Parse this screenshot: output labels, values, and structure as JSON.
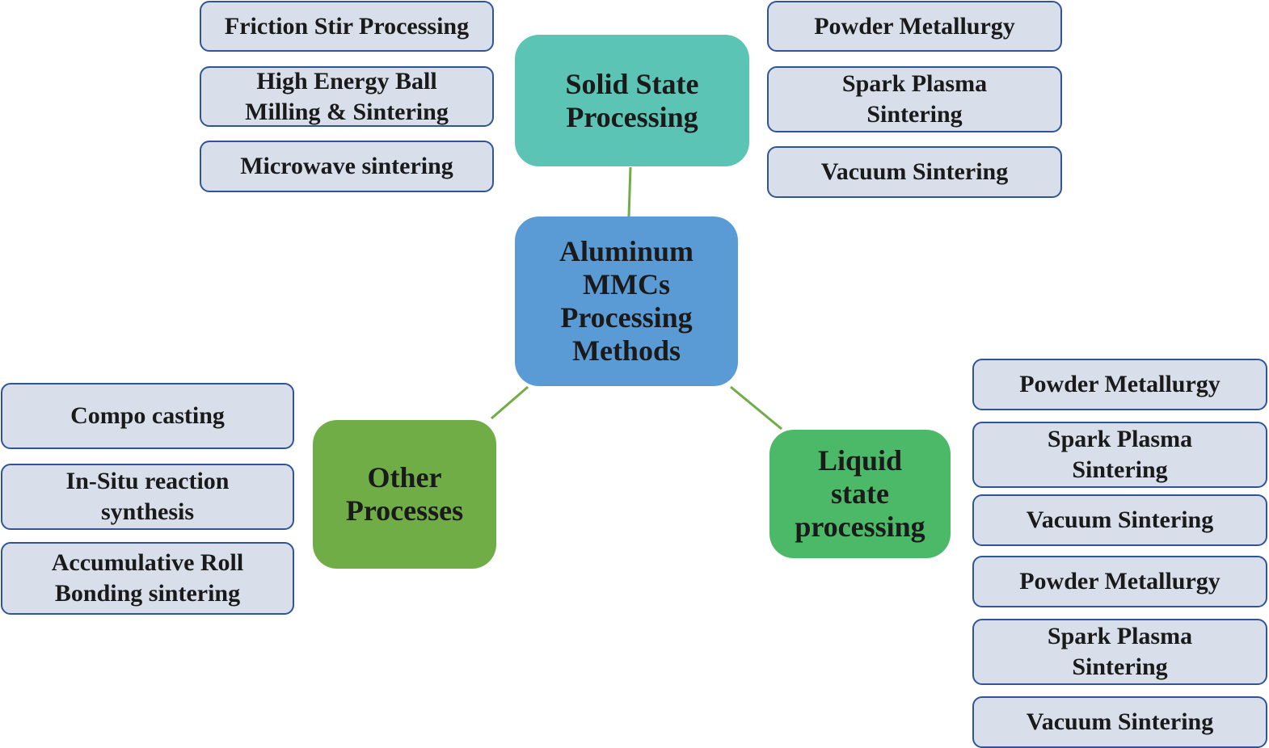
{
  "diagram": {
    "title": "Aluminum MMCs Processing Methods",
    "colors": {
      "center": "#5b9bd5",
      "solid_state": "#5bc4b4",
      "liquid_state": "#4cb968",
      "other": "#70ad47",
      "leaf_fill": "#d8dfea",
      "leaf_border": "#2f5597",
      "connector": "#70ad47"
    },
    "center": {
      "label": "Aluminum\nMMCs\nProcessing\nMethods"
    },
    "branches": {
      "solid_state": {
        "label": "Solid State\nProcessing",
        "left_items": [
          "Friction Stir Processing",
          "High Energy Ball\nMilling & Sintering",
          "Microwave sintering"
        ],
        "right_items": [
          "Powder Metallurgy",
          "Spark Plasma\nSintering",
          "Vacuum Sintering"
        ]
      },
      "other": {
        "label": "Other\nProcesses",
        "items": [
          "Compo casting",
          "In-Situ reaction\nsynthesis",
          "Accumulative Roll\nBonding sintering"
        ]
      },
      "liquid_state": {
        "label": "Liquid\nstate\nprocessing",
        "items": [
          "Powder Metallurgy",
          "Spark Plasma\nSintering",
          "Vacuum Sintering",
          "Powder Metallurgy",
          "Spark Plasma\nSintering",
          "Vacuum Sintering"
        ]
      }
    }
  }
}
